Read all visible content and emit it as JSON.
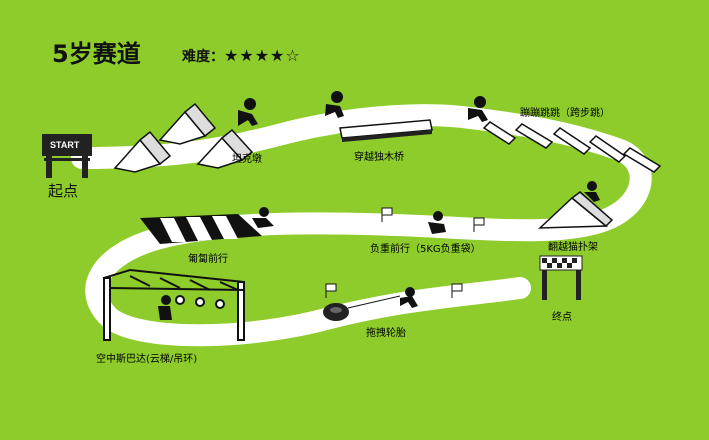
{
  "title": "5岁赛道",
  "difficulty": {
    "label": "难度：",
    "stars": "★★★★☆",
    "rating": 4,
    "max": 5
  },
  "start_sign": "START",
  "start_label": "起点",
  "stations": {
    "tank": "坦克墩",
    "log_bridge": "穿越独木桥",
    "hopping": "蹦蹦跳跳（跨步跳）",
    "cat_climb": "翻越猫扑架",
    "weighted_run": "负重前行（5KG负重袋）",
    "crawl": "匍匐前行",
    "tire_drag": "拖拽轮胎",
    "monkey_bars": "空中斯巴达(云梯/吊环)",
    "finish": "终点"
  },
  "colors": {
    "background": "#8dcc2a",
    "track": "#ffffff",
    "ink": "#000000"
  }
}
